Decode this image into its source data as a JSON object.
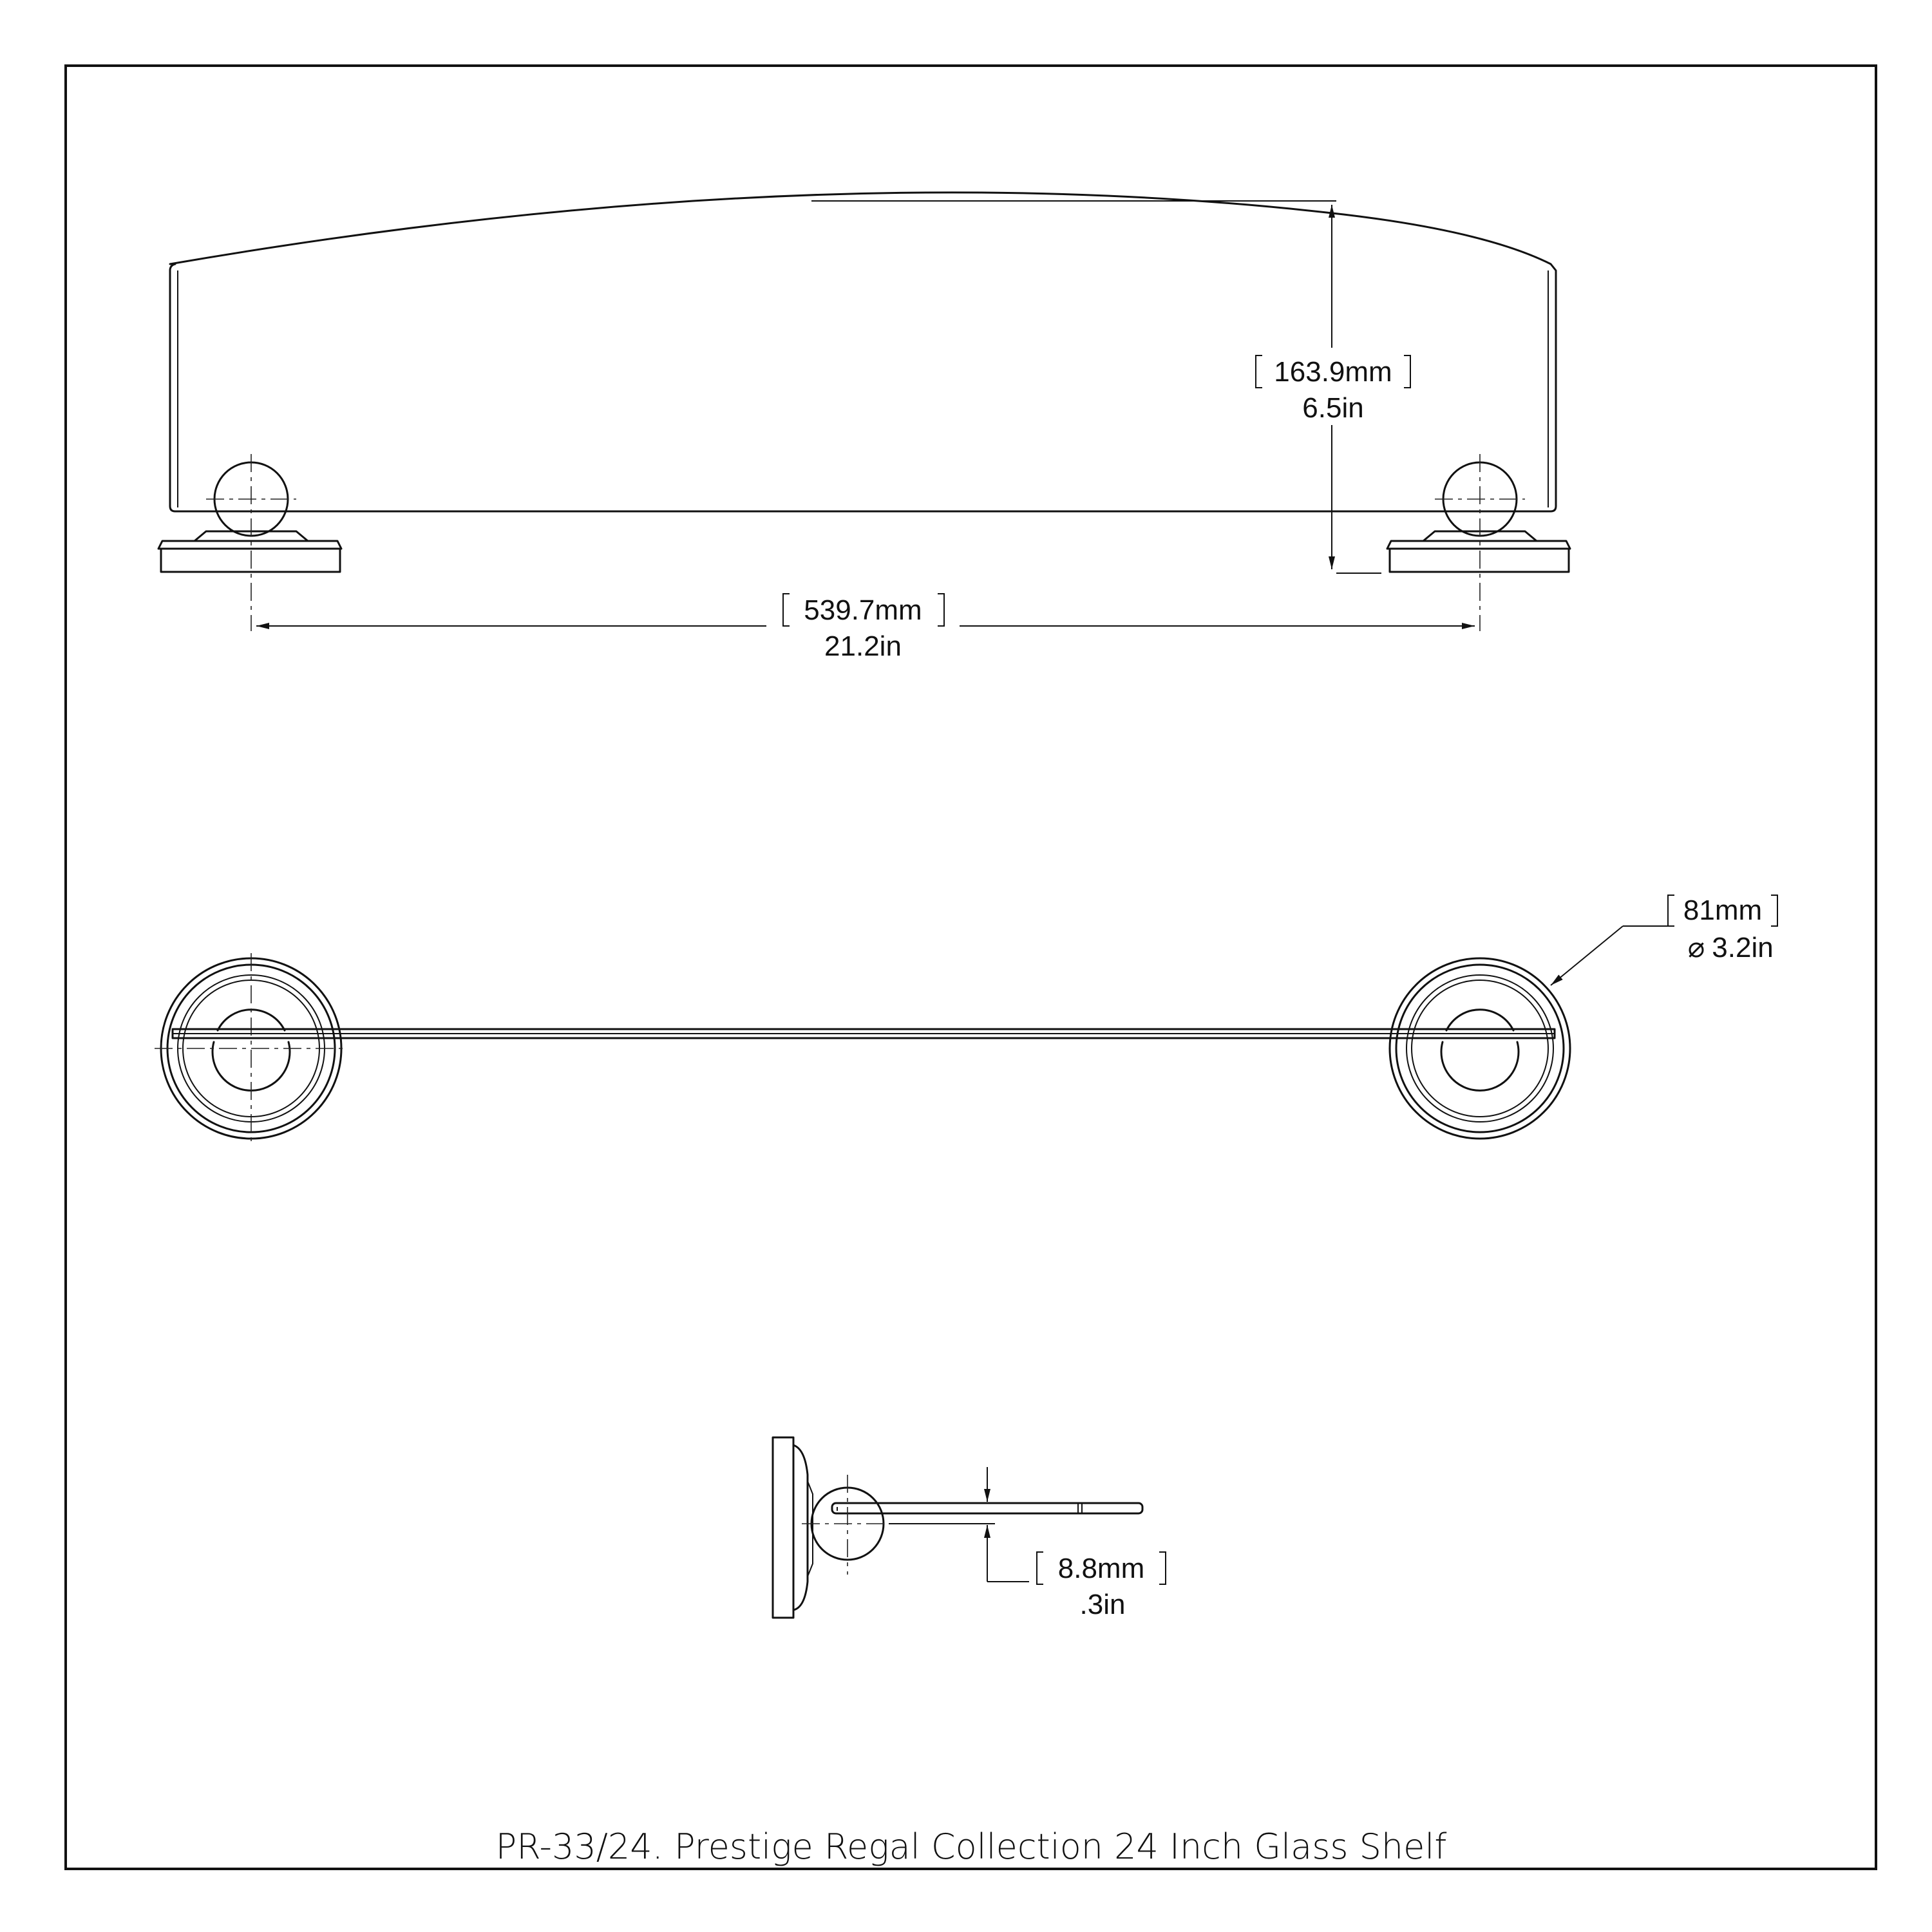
{
  "title": "PR-33/24. Prestige Regal Collection 24 Inch Glass Shelf",
  "dimensions": {
    "height": {
      "mm": "163.9mm",
      "in": "6.5in"
    },
    "center_width": {
      "mm": "539.7mm",
      "in": "21.2in"
    },
    "flange_diameter": {
      "mm": "81mm",
      "in": "3.2in",
      "symbol": "⌀"
    },
    "glass_thickness": {
      "mm": "8.8mm",
      "in": ".3in"
    }
  }
}
